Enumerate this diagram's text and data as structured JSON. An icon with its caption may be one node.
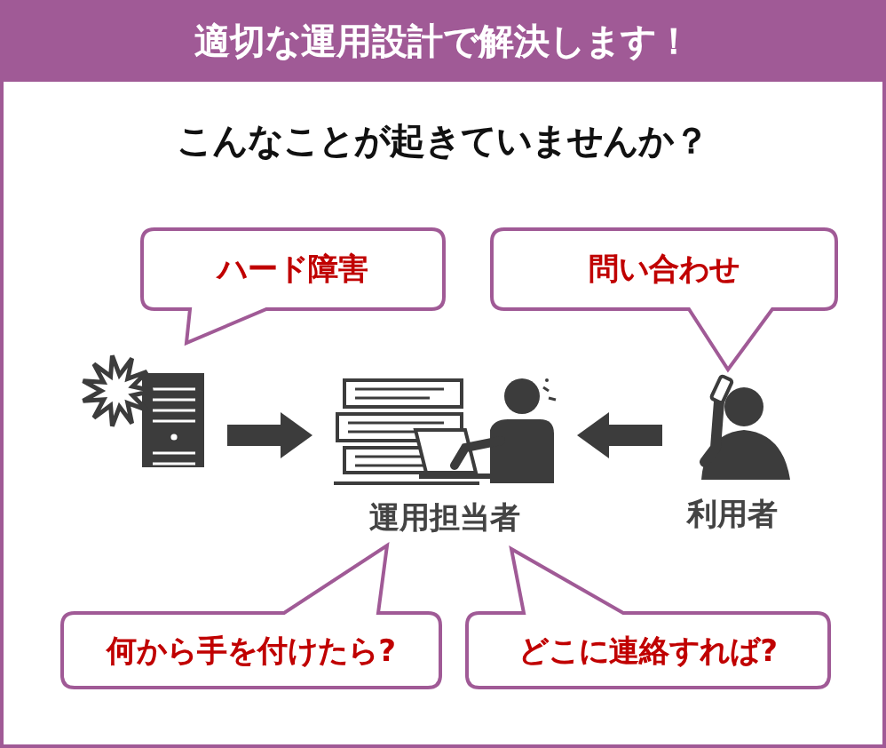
{
  "diagram": {
    "title": "適切な運用設計で解決します！",
    "nodes": [
      {
        "text": [],
        "shape": "picture"
      },
      {
        "text": [
          "運用担当者"
        ]
      },
      {
        "text": [
          "利用者"
        ]
      },
      {
        "text": [
          "ハード障害"
        ]
      },
      {
        "text": [
          "問い合わせ"
        ]
      },
      {
        "text": [
          "何から手を付けたら?"
        ]
      },
      {
        "text": [
          "どこに連絡すれば?"
        ]
      }
    ],
    "edges": [
      {
        "from": 0,
        "to": 1,
        "arrow": "to"
      },
      {
        "from": 2,
        "to": 1,
        "arrow": "to"
      }
    ],
    "labels": [
      "こんなことが起きていませんか？"
    ]
  }
}
